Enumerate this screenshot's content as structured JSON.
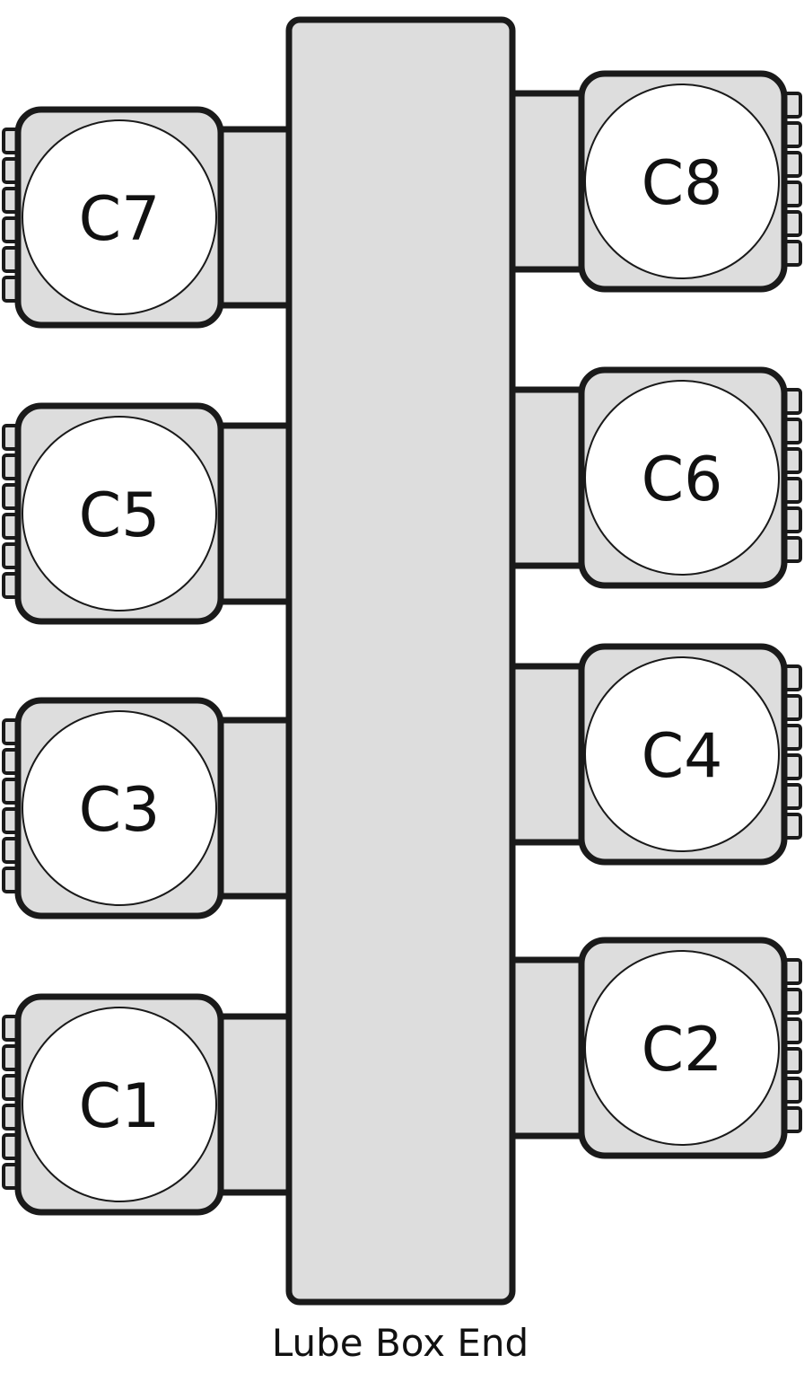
{
  "colors": {
    "body_fill": "#dddddd",
    "stroke": "#1a1a1a",
    "port_face": "#ffffff"
  },
  "manifold": {
    "caption": "Lube Box End"
  },
  "ports": [
    {
      "label": "C7",
      "side": "left"
    },
    {
      "label": "C8",
      "side": "right"
    },
    {
      "label": "C5",
      "side": "left"
    },
    {
      "label": "C6",
      "side": "right"
    },
    {
      "label": "C3",
      "side": "left"
    },
    {
      "label": "C4",
      "side": "right"
    },
    {
      "label": "C1",
      "side": "left"
    },
    {
      "label": "C2",
      "side": "right"
    }
  ]
}
